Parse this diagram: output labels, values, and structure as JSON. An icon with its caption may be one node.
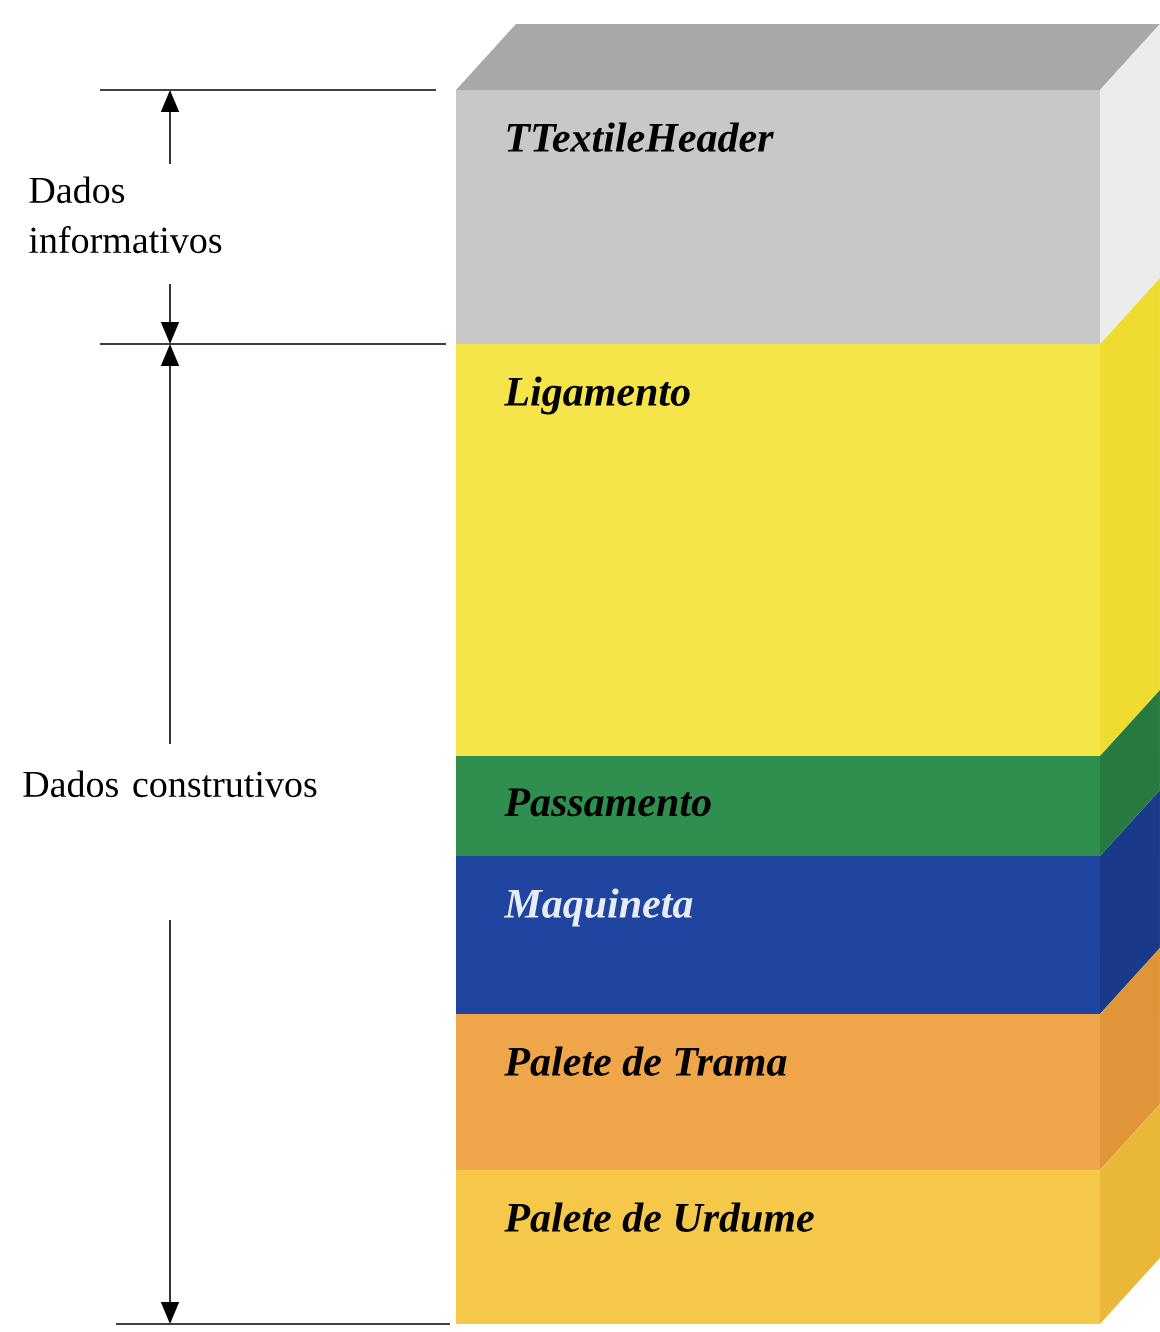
{
  "diagram": {
    "nodes": [
      {
        "text": [
          "TTextileHeader"
        ]
      },
      {
        "text": [
          "Ligamento"
        ]
      },
      {
        "text": [
          "Passamento"
        ]
      },
      {
        "text": [
          "Maquineta"
        ]
      },
      {
        "text": [
          "Palete de Trama"
        ]
      },
      {
        "text": [
          "Palete de Urdume"
        ]
      }
    ],
    "labels": [
      "Dados informativos",
      "Dados construtivos"
    ]
  }
}
